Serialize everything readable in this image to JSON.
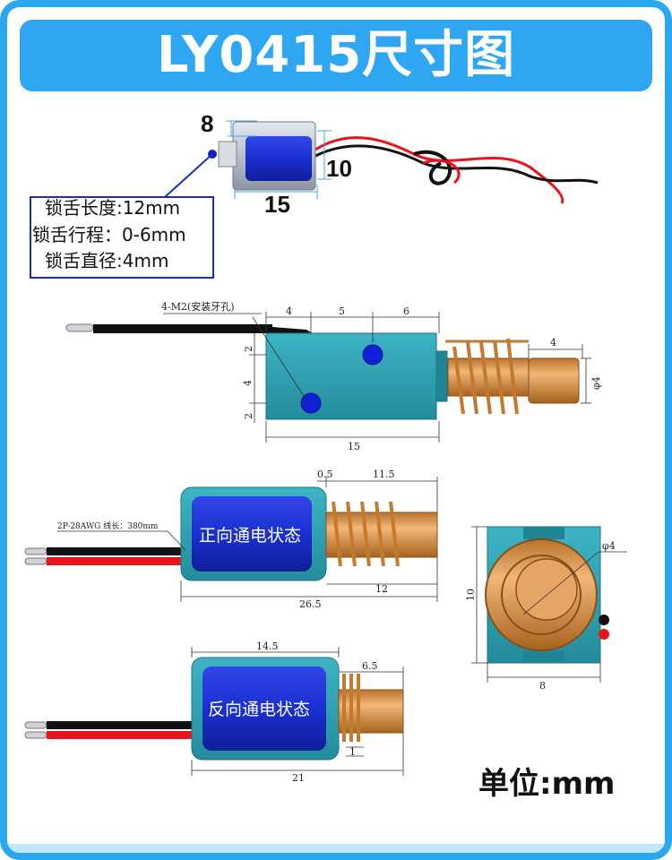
{
  "title": "LY0415尺寸图",
  "unit_label": "单位:mm",
  "photo": {
    "dim_height": "8",
    "dim_width": "10",
    "dim_length": "15",
    "specs": [
      "锁舌长度:12mm",
      "锁舌行程：0-6mm",
      "锁舌直径:4mm"
    ]
  },
  "top_view": {
    "hole_label": "4-M2(安装牙孔)",
    "dims_top": [
      "4",
      "5",
      "6"
    ],
    "dims_left": [
      "2",
      "4",
      "2"
    ],
    "dim_bottom": "15",
    "dim_plunger_len": "4",
    "dim_plunger_dia": "φ4"
  },
  "forward_view": {
    "wire_label": "2P-28AWG 线长：380mm",
    "state_label": "正向通电状态",
    "dims_top": [
      "0.5",
      "11.5"
    ],
    "dim_plunger": "12",
    "dim_total": "26.5"
  },
  "reverse_view": {
    "state_label": "反向通电状态",
    "dim_body": "14.5",
    "dim_plunger": "6.5",
    "dim_gap": "1",
    "dim_total": "21"
  },
  "end_view": {
    "dim_dia": "φ4",
    "dim_height": "10",
    "dim_width": "8"
  },
  "colors": {
    "frame": "#29a8f0",
    "title_bar": "#2fa6f2",
    "body_teal": "#2b9fb0",
    "coil_blue": "#1a2fd0",
    "copper": "#d08a3c",
    "wire_red": "#e8141c",
    "wire_black": "#111111"
  }
}
